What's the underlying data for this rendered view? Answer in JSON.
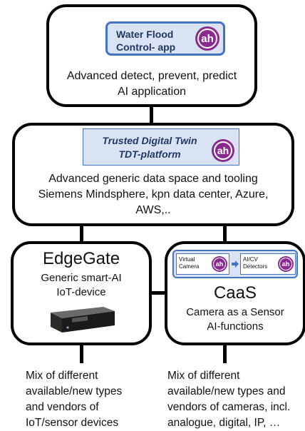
{
  "top_box": {
    "badge_line1": "Water Flood",
    "badge_line2": "Control- app",
    "desc_line1": "Advanced detect, prevent, predict",
    "desc_line2": "AI application"
  },
  "middle_box": {
    "badge_line1": "Trusted Digital Twin",
    "badge_line2": "TDT-platform",
    "desc_line1": "Advanced generic data space and tooling",
    "desc_line2": "Siemens Mindsphere, kpn data center, Azure,",
    "desc_line3": "AWS,.."
  },
  "edgegate_box": {
    "title": "EdgeGate",
    "sub_line1": "Generic smart-AI",
    "sub_line2": "IoT-device"
  },
  "caas_box": {
    "pipeline_step1_line1": "Virtual",
    "pipeline_step1_line2": "Camera",
    "pipeline_step2_line1": "AI/CV",
    "pipeline_step2_line2": "Detectors",
    "title": "CaaS",
    "sub_line1": "Camera as a Sensor",
    "sub_line2": "AI-functions"
  },
  "logo_text": "ah",
  "footer_left": {
    "line1": "Mix of different",
    "line2": "available/new types",
    "line3": "and vendors of",
    "line4": "IoT/sensor devices"
  },
  "footer_right": {
    "line1": "Mix of different",
    "line2": "available/new types and",
    "line3": "vendors of cameras, incl.",
    "line4": "analogue, digital, IP, …"
  },
  "colors": {
    "border": "#000000",
    "badge_border": "#4472c4",
    "badge_fill": "#dae3f3",
    "logo": "#8a2a8f",
    "accent_text": "#1f3864"
  }
}
